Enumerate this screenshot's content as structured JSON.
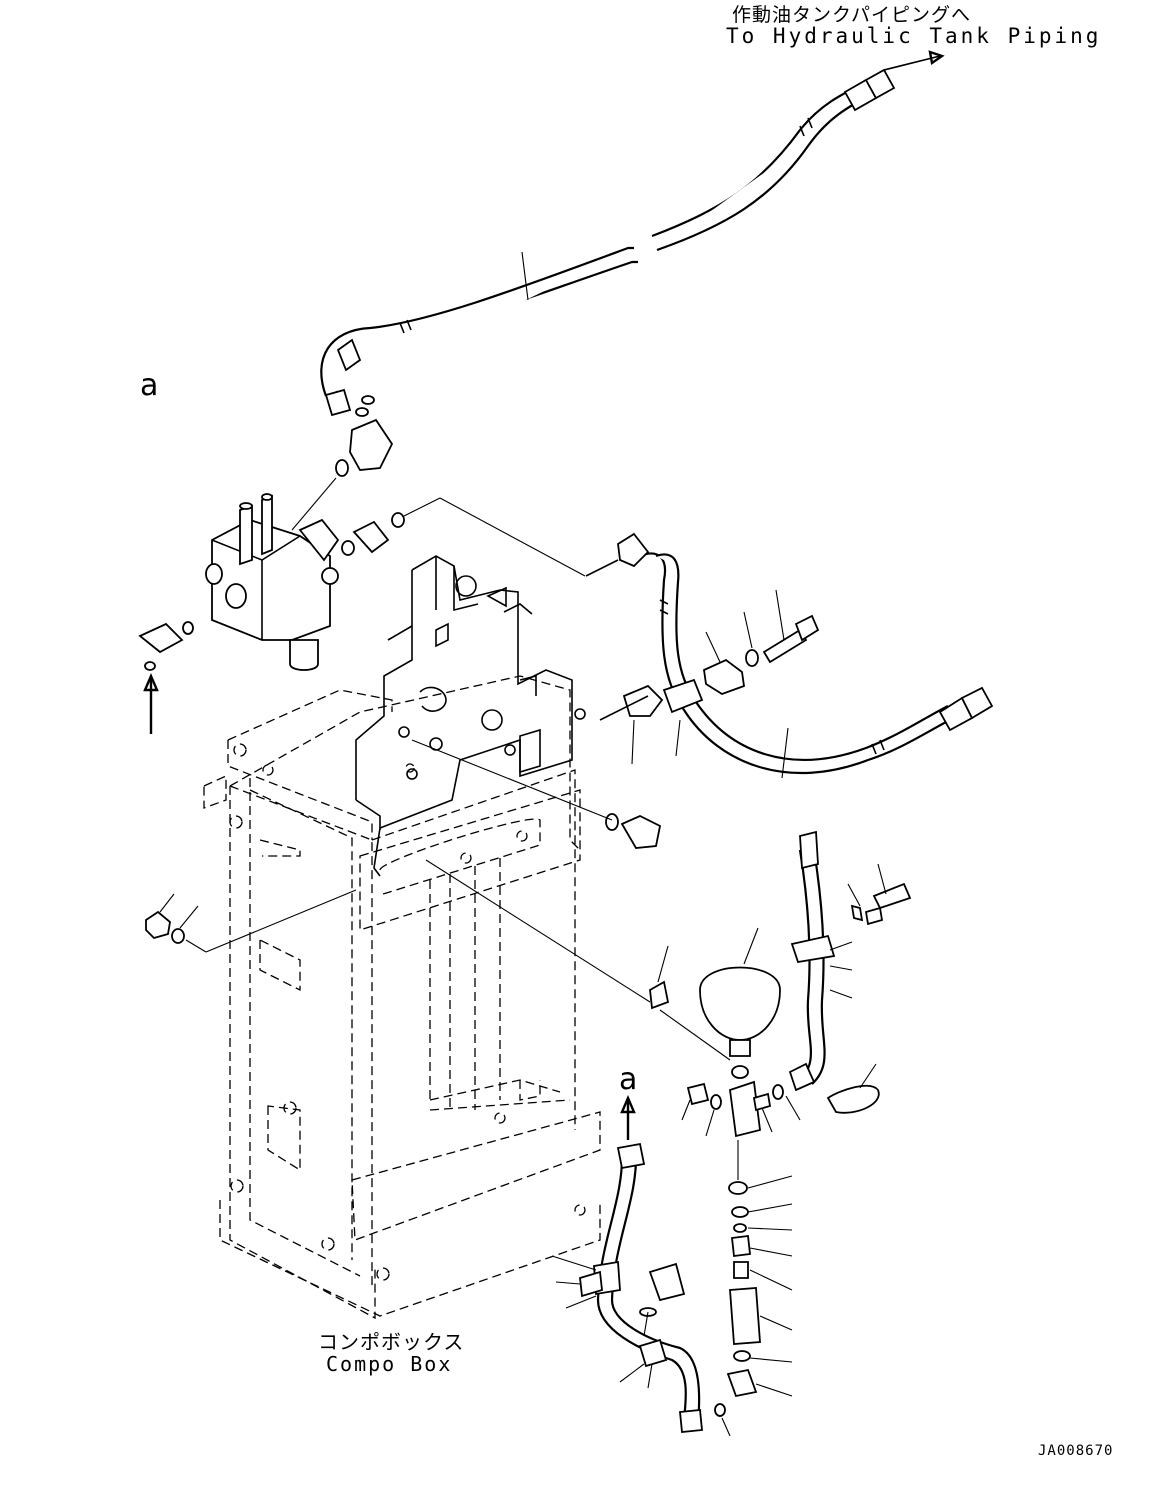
{
  "labels": {
    "tank_piping_jp": "作動油タンクパイピングへ",
    "tank_piping_en": "To Hydraulic Tank Piping",
    "compo_box_jp": "コンポボックス",
    "compo_box_en": "Compo Box",
    "view_a_1": "a",
    "view_a_2": "a",
    "drawing_number": "JA008670"
  }
}
